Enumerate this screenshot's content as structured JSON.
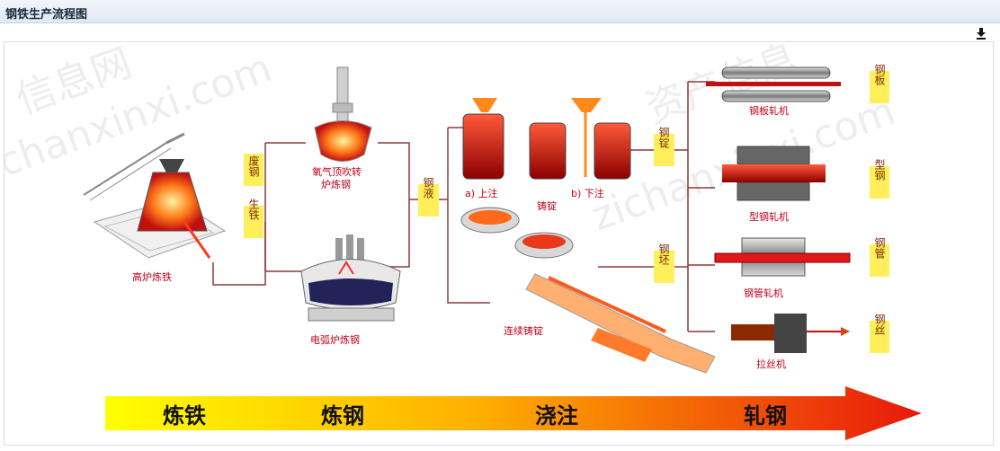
{
  "window": {
    "title": "钢铁生产流程图"
  },
  "icons": {
    "download": "download-icon"
  },
  "diagram": {
    "furnace_label": "高炉炼铁",
    "scrap_steel": "废钢",
    "pig_iron": "生铁",
    "bof_label_1": "氧气顶吹转",
    "bof_label_2": "炉炼钢",
    "eaf_label": "电弧炉炼钢",
    "molten_steel": "钢液",
    "top_pour": "a) 上注",
    "ingot": "铸锭",
    "bottom_pour": "b) 下注",
    "steel_ingot": "钢锭",
    "steel_billet": "钢坯",
    "continuous_casting": "连续铸锭",
    "plate_mill": "钢板轧机",
    "section_mill": "型钢轧机",
    "tube_mill": "钢管轧机",
    "drawing_machine": "拉丝机",
    "steel_plate": "钢板",
    "section_steel": "型钢",
    "steel_tube": "钢管",
    "steel_wire": "钢丝"
  },
  "stages": [
    "炼铁",
    "炼钢",
    "浇注",
    "轧钢"
  ],
  "watermark": [
    "信息网",
    "zichanxinxi.com",
    "资产信息",
    "chanxinxi.com"
  ]
}
